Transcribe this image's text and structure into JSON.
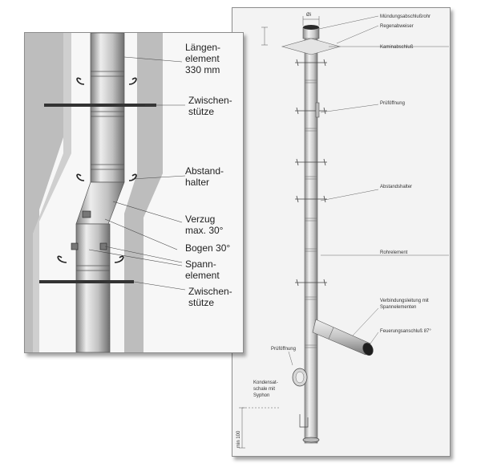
{
  "right": {
    "diameter": "Øi",
    "labels": {
      "muendung": "Mündungsabschlußrohr",
      "regenabweiser": "Regenabweiser",
      "kaminabschluss": "Kaminabschluß",
      "pruefoeffnung_top": "Prüföffnung",
      "abstandshalter": "Abstandshalter",
      "rohrelement": "Rohrelement",
      "verbindung_1": "Verbindungsleitung mit",
      "verbindung_2": "Spannelementen",
      "feuerung": "Feuerungsanschluß 87°",
      "pruefoeffnung_low": "Prüföffnung",
      "kondensat_1": "Kondensat-",
      "kondensat_2": "schale mit",
      "kondensat_3": "Syphon",
      "min100": "min 100"
    }
  },
  "left": {
    "labels": {
      "laengen_1": "Längen-",
      "laengen_2": "element",
      "laengen_3": "330 mm",
      "zwischen1_1": "Zwischen-",
      "zwischen1_2": "stütze",
      "abstand_1": "Abstand-",
      "abstand_2": "halter",
      "verzug_1": "Verzug",
      "verzug_2": "max. 30°",
      "bogen": "Bogen 30°",
      "spann_1": "Spann-",
      "spann_2": "element",
      "zwischen2_1": "Zwischen-",
      "zwischen2_2": "stütze"
    }
  }
}
